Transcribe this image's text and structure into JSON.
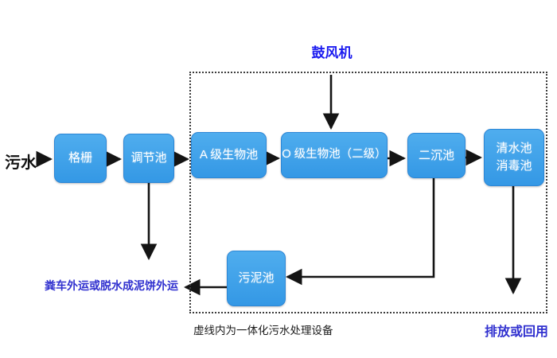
{
  "diagram": {
    "inlet_label": "污水",
    "blower_label": "鼓风机",
    "nodes": {
      "grid": "格栅",
      "regulating_tank": "调节池",
      "a_bio_tank": "A 级生物池",
      "o_bio_tank": "O 级生物池（二级）",
      "secondary_sedimentation_tank": "二沉池",
      "clear_water_tank": "清水池",
      "disinfection_tank": "消毒池",
      "sludge_tank": "污泥池"
    },
    "outputs": {
      "sludge_disposal": "粪车外运或脱水成泥饼外运",
      "discharge": "排放或回用"
    },
    "dashed_zone_caption": "虚线内为一体化污水处理设备",
    "colors": {
      "node_fill": "#3aa0e8",
      "node_border": "#2c86d6",
      "node_text": "#ffffff",
      "blue_label_text": "#2a2ad6",
      "connector_line": "#141414",
      "dashed_border": "#3c3c3c",
      "background": "#ffffff"
    }
  }
}
